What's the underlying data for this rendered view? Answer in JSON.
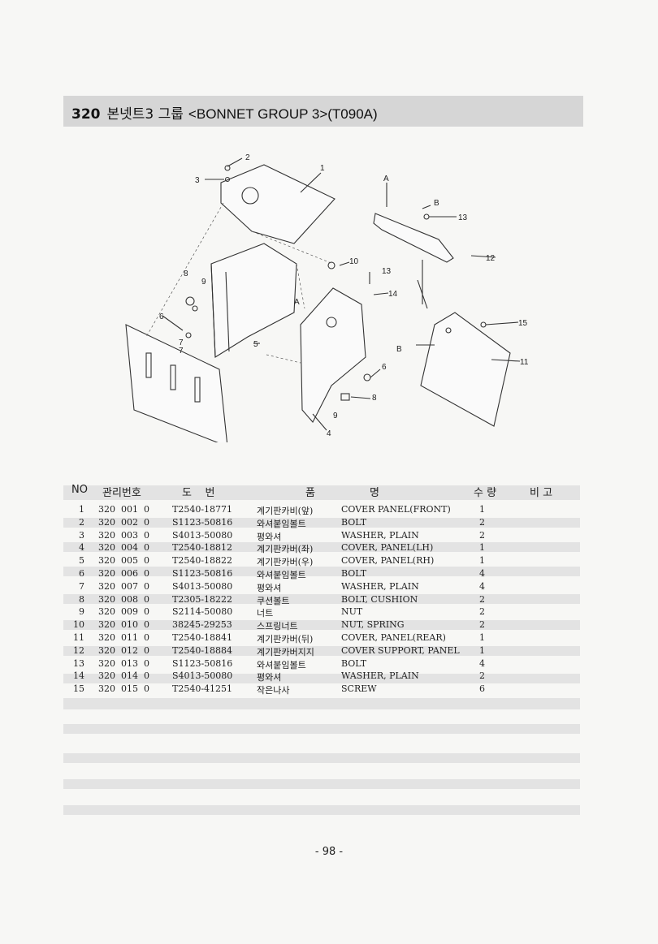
{
  "title": {
    "number": "320",
    "korean": "본넷트3 그룹",
    "english": "<BONNET GROUP 3>(T090A)"
  },
  "diagram_labels": {
    "l1": "1",
    "l2": "2",
    "l3": "3",
    "l4": "4",
    "l5": "5",
    "l6": "6",
    "l7": "7",
    "l8": "8",
    "l9": "9",
    "l10": "10",
    "l11": "11",
    "l12": "12",
    "l13": "13",
    "l13b": "13",
    "l14": "14",
    "l15": "15",
    "lA": "A",
    "lA2": "A",
    "lB": "B",
    "lB2": "B",
    "l6b": "6",
    "l8b": "8",
    "l9b": "9",
    "l7b": "7"
  },
  "table": {
    "headers": {
      "no": "NO",
      "mgmt": "관리번호",
      "dwg": "도    번",
      "name_a": "품",
      "name_b": "명",
      "qty": "수 량",
      "remark": "비 고"
    },
    "rows": [
      {
        "no": "1",
        "mgmt": "320  001  0",
        "dwg": "T2540-18771",
        "ko": "계기판카비(앞)",
        "en": "COVER PANEL(FRONT)",
        "qty": "1"
      },
      {
        "no": "2",
        "mgmt": "320  002  0",
        "dwg": "S1123-50816",
        "ko": "와셔붙임볼트",
        "en": "BOLT",
        "qty": "2"
      },
      {
        "no": "3",
        "mgmt": "320  003  0",
        "dwg": "S4013-50080",
        "ko": "평와셔",
        "en": "WASHER, PLAIN",
        "qty": "2"
      },
      {
        "no": "4",
        "mgmt": "320  004  0",
        "dwg": "T2540-18812",
        "ko": "계기판카버(좌)",
        "en": "COVER, PANEL(LH)",
        "qty": "1"
      },
      {
        "no": "5",
        "mgmt": "320  005  0",
        "dwg": "T2540-18822",
        "ko": "계기판카버(우)",
        "en": "COVER, PANEL(RH)",
        "qty": "1"
      },
      {
        "no": "6",
        "mgmt": "320  006  0",
        "dwg": "S1123-50816",
        "ko": "와셔붙임볼트",
        "en": "BOLT",
        "qty": "4"
      },
      {
        "no": "7",
        "mgmt": "320  007  0",
        "dwg": "S4013-50080",
        "ko": "평와셔",
        "en": "WASHER, PLAIN",
        "qty": "4"
      },
      {
        "no": "8",
        "mgmt": "320  008  0",
        "dwg": "T2305-18222",
        "ko": "쿠션볼트",
        "en": "BOLT, CUSHION",
        "qty": "2"
      },
      {
        "no": "9",
        "mgmt": "320  009  0",
        "dwg": "S2114-50080",
        "ko": "너트",
        "en": "NUT",
        "qty": "2"
      },
      {
        "no": "10",
        "mgmt": "320  010  0",
        "dwg": "38245-29253",
        "ko": "스프링너트",
        "en": "NUT, SPRING",
        "qty": "2"
      },
      {
        "no": "11",
        "mgmt": "320  011  0",
        "dwg": "T2540-18841",
        "ko": "계기판카버(뒤)",
        "en": "COVER, PANEL(REAR)",
        "qty": "1"
      },
      {
        "no": "12",
        "mgmt": "320  012  0",
        "dwg": "T2540-18884",
        "ko": "계기판카버지지",
        "en": "COVER SUPPORT, PANEL",
        "qty": "1"
      },
      {
        "no": "13",
        "mgmt": "320  013  0",
        "dwg": "S1123-50816",
        "ko": "와셔붙임볼트",
        "en": "BOLT",
        "qty": "4"
      },
      {
        "no": "14",
        "mgmt": "320  014  0",
        "dwg": "S4013-50080",
        "ko": "평와셔",
        "en": "WASHER, PLAIN",
        "qty": "2"
      },
      {
        "no": "15",
        "mgmt": "320  015  0",
        "dwg": "T2540-41251",
        "ko": "작은나사",
        "en": "SCREW",
        "qty": "6"
      }
    ]
  },
  "footer": {
    "page": "- 98 -"
  }
}
